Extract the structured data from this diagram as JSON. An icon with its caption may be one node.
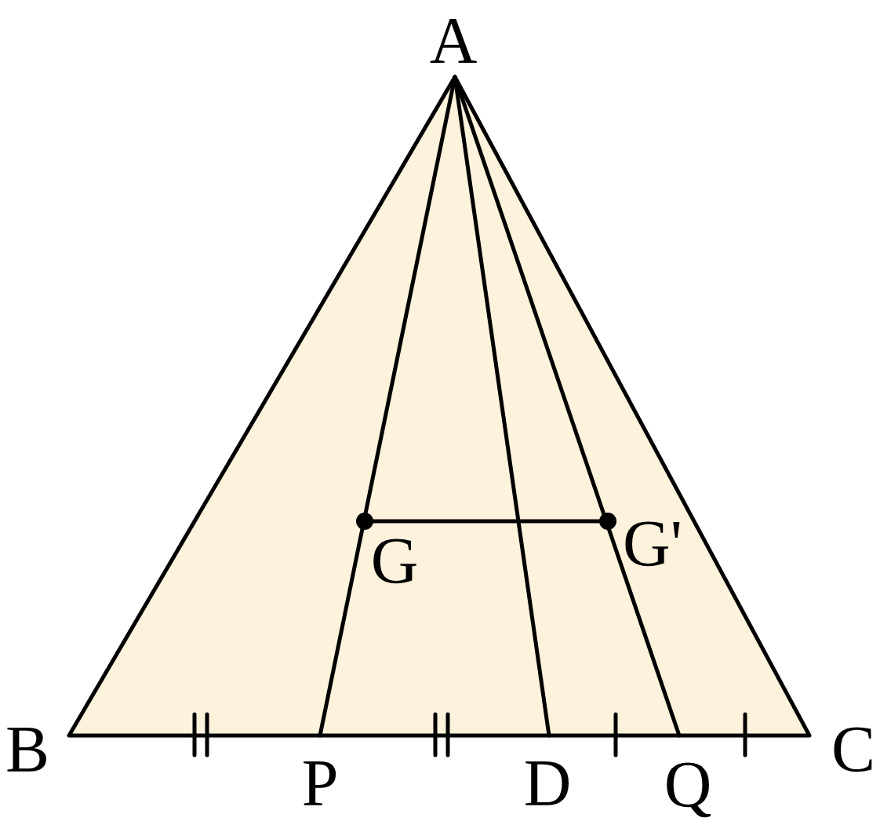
{
  "diagram": {
    "labels": [
      "A",
      "G",
      "G'",
      "B",
      "C",
      "P",
      "D",
      "Q"
    ]
  }
}
